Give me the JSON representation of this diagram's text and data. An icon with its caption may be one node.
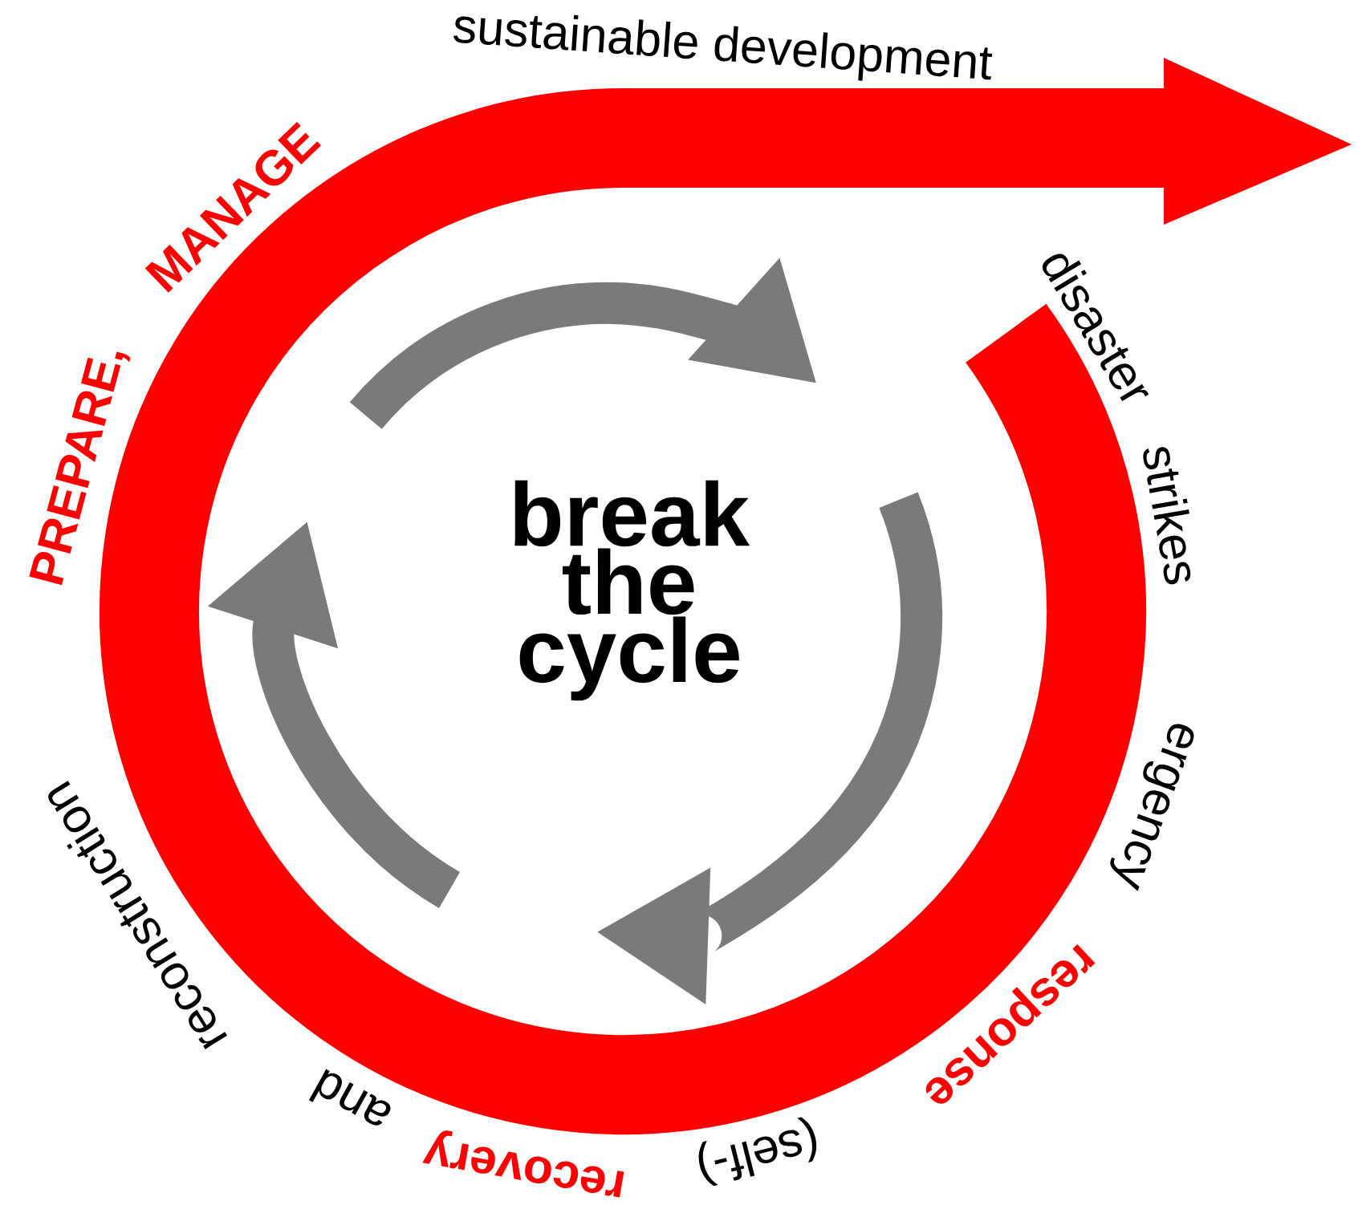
{
  "diagram": {
    "labels": [
      "sustainable development",
      "PREPARE,",
      "MANAGE",
      "disaster",
      "strikes",
      "break the cycle",
      "ergency",
      "response",
      "(self-)",
      "recovery",
      "and",
      "reconstruction"
    ]
  }
}
